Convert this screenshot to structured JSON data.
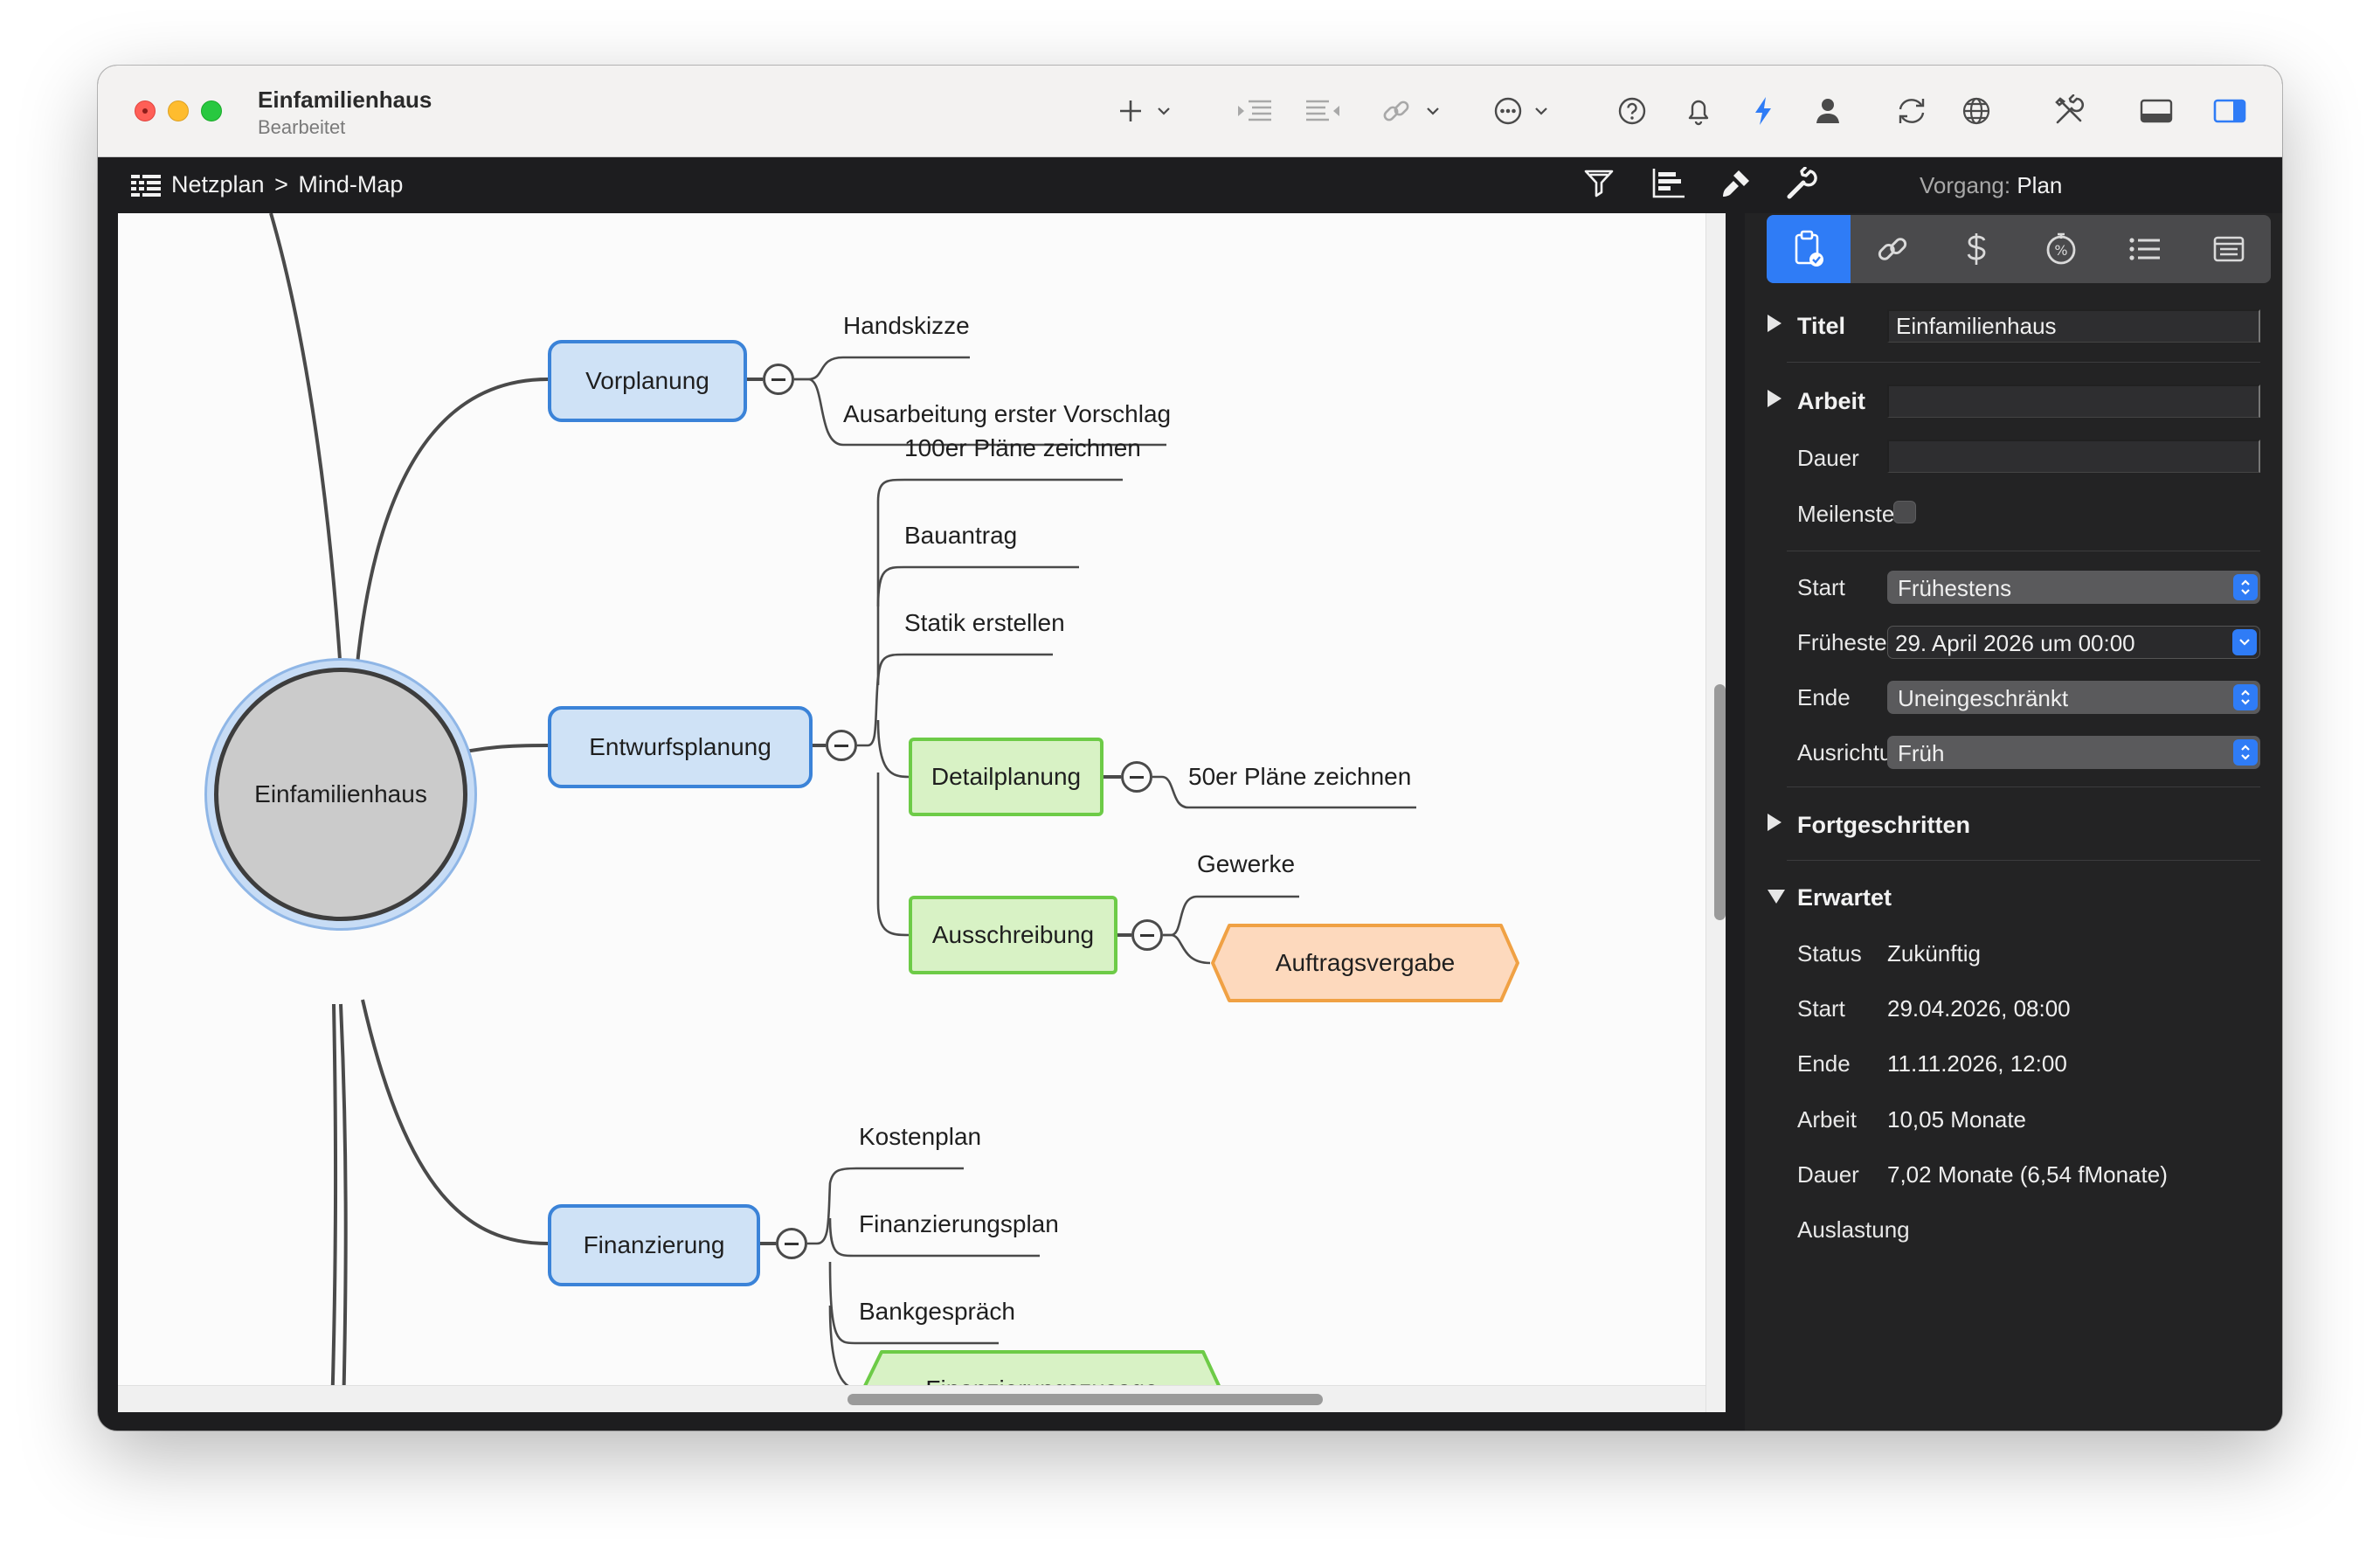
{
  "window": {
    "title": "Einfamilienhaus",
    "subtitle": "Bearbeitet"
  },
  "pathbar": {
    "crumb_root": "Netzplan",
    "crumb_sep": ">",
    "crumb_current": "Mind-Map",
    "inspector_label": "Vorgang:",
    "inspector_value": "Plan"
  },
  "mindmap": {
    "root": "Einfamilienhaus",
    "branches": {
      "vorplanung": "Vorplanung",
      "entwurfsplanung": "Entwurfsplanung",
      "finanzierung": "Finanzierung"
    },
    "leaves": {
      "handskizze": "Handskizze",
      "ausarbeitung": "Ausarbeitung erster Vorschlag",
      "plaene100": "100er Pläne zeichnen",
      "bauantrag": "Bauantrag",
      "statik": "Statik erstellen",
      "detailplanung": "Detailplanung",
      "plaene50": "50er Pläne zeichnen",
      "gewerke": "Gewerke",
      "ausschreibung": "Ausschreibung",
      "auftragsvergabe": "Auftragsvergabe",
      "kostenplan": "Kostenplan",
      "finanzierungsplan": "Finanzierungsplan",
      "bankgespraech": "Bankgespräch",
      "finanzierungszusage": "Finanzierungszusage"
    }
  },
  "inspector": {
    "titel_label": "Titel",
    "titel_value": "Einfamilienhaus",
    "arbeit_label": "Arbeit",
    "arbeit_value": "",
    "dauer_label": "Dauer",
    "dauer_value": "",
    "meilenstein_label": "Meilenstein",
    "start_label": "Start",
    "start_value": "Frühestens",
    "fruehestens_label": "Frühestens",
    "fruehestens_value": "29. April 2026 um 00:00",
    "ende_label": "Ende",
    "ende_value": "Uneingeschränkt",
    "ausrichtung_label": "Ausrichtung",
    "ausrichtung_value": "Früh",
    "fortgeschritten_label": "Fortgeschritten",
    "erwartet_label": "Erwartet",
    "erwartet": {
      "status_label": "Status",
      "status_value": "Zukünftig",
      "start_label": "Start",
      "start_value": "29.04.2026, 08:00",
      "ende_label": "Ende",
      "ende_value": "11.11.2026, 12:00",
      "arbeit_label": "Arbeit",
      "arbeit_value": "10,05 Monate",
      "dauer_label": "Dauer",
      "dauer_value": "7,02 Monate (6,54 fMonate)",
      "auslastung_label": "Auslastung"
    }
  },
  "colors": {
    "accent": "#2f7cf6",
    "node_blue": "#cfe2f6",
    "node_green": "#d8f2c5",
    "node_orange": "#fdd9bd"
  },
  "icons": {
    "toolbar": [
      "plus-icon",
      "chevron-down-icon",
      "indent-icon",
      "outdent-icon",
      "link-icon",
      "chevron-down-icon",
      "more-icon",
      "chevron-down-icon",
      "help-icon",
      "bell-icon",
      "bolt-icon",
      "person-icon",
      "sync-icon",
      "globe-icon",
      "tools-icon",
      "bottom-panel-icon",
      "right-panel-icon"
    ],
    "inspector_tabs": [
      "clipboard-icon",
      "link-icon",
      "dollar-icon",
      "progress-icon",
      "list-icon",
      "note-icon"
    ]
  }
}
